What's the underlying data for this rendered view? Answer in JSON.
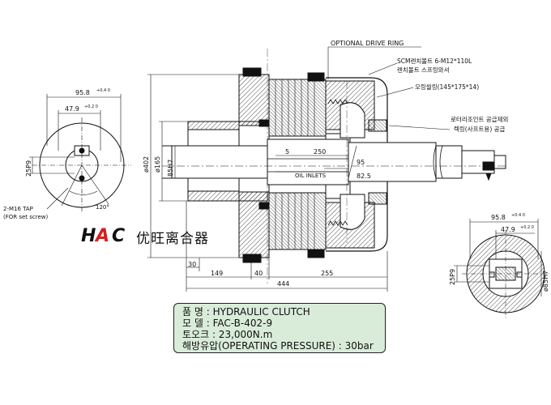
{
  "labels": {
    "optional_drive_ring": "OPTIONAL DRIVE RING",
    "scm_bolt_line1": "SCM렌치볼트 6-M12*110L",
    "scm_bolt_line2": "렌치볼트 스프링와셔",
    "oring": "오링씰링(145*175*14)",
    "rotary_line1": "로터리조인트 공급제외",
    "rotary_line2": "렉링(사프트용) 공급",
    "oil_inlets": "OIL INLETS",
    "tap_line1": "2-M16 TAP",
    "tap_line2": "(FOR set screw)",
    "angle": "120°"
  },
  "dimensions": {
    "left_958": "95.8",
    "left_958_tol": "+0.4 0",
    "left_479": "47.9",
    "left_479_tol": "+0.2 0",
    "left_25p9": "25P9",
    "right_958": "95.8",
    "right_958_tol": "+0.4 0",
    "right_479": "47.9",
    "right_479_tol": "+0.2 0",
    "right_25p9": "25P9",
    "right_85h7": "ø85H7",
    "phi402": "ø402",
    "phi165": "ø165",
    "h85h7": "85H7",
    "d5": "5",
    "d250": "250",
    "d95": "95",
    "d82_5": "82.5",
    "d30": "30",
    "d149": "149",
    "d40": "40",
    "d255": "255",
    "d444": "444"
  },
  "logo": {
    "mark": "HAC",
    "chinese": "优旺离合器"
  },
  "spec": {
    "name_label": "품    명",
    "name_value": ": HYDRAULIC CLUTCH",
    "model_label": "모    델",
    "model_value": ": FAC-B-402-9",
    "torque_label": "토오크",
    "torque_value": ": 23,000N.m",
    "pressure_label": "해방유압",
    "pressure_value": "(OPERATING PRESSURE) : 30bar"
  },
  "colors": {
    "spec_bg": "#d9ecd9",
    "logo_red": "#d42020",
    "line": "#111111"
  }
}
